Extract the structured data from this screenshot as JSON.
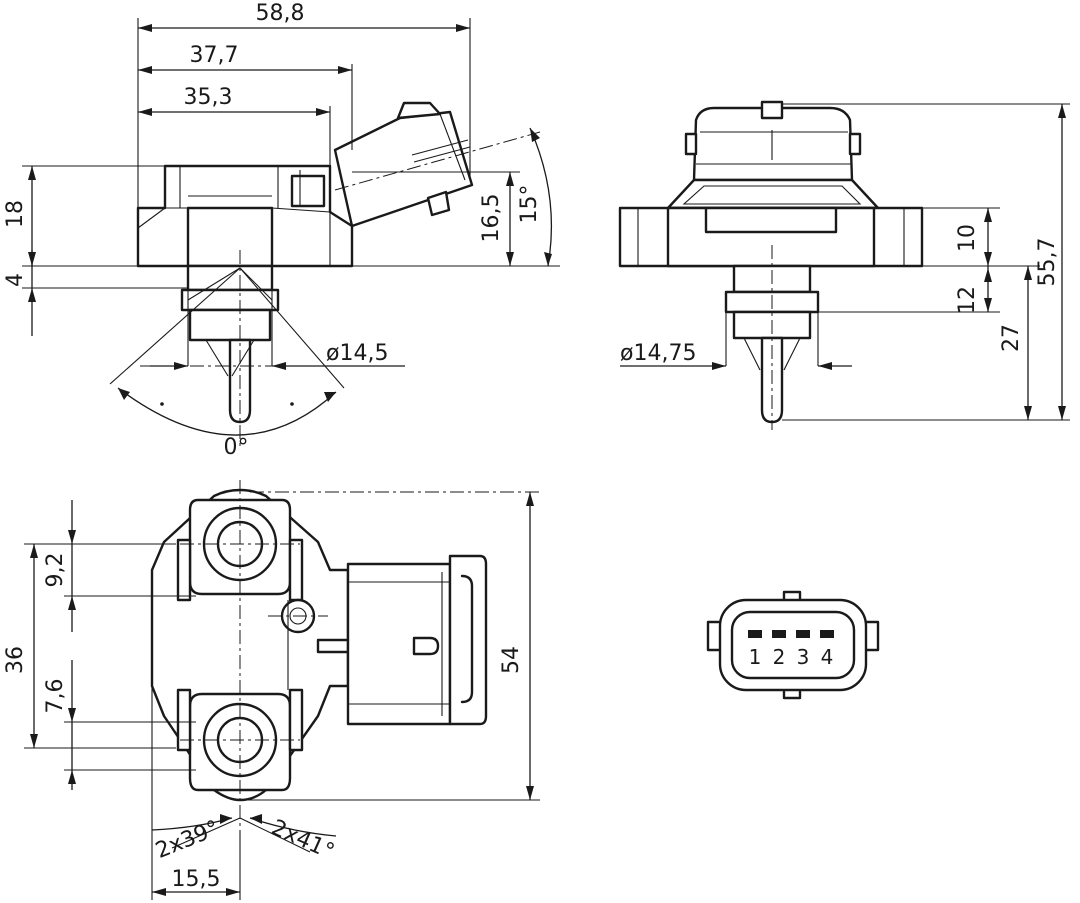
{
  "dimensions": {
    "top_width_total": "58,8",
    "top_width_mid": "37,7",
    "top_width_inner": "35,3",
    "left_height_body": "18",
    "left_height_step": "4",
    "connector_height": "16,5",
    "connector_angle": "15°",
    "left_diameter": "ø14,5",
    "rotation_angle": "0°",
    "right_height_flange": "10",
    "right_height_seal": "12",
    "right_height_nozzle": "27",
    "right_height_total": "55,7",
    "right_diameter": "ø14,75",
    "bottom_hole_spacing": "36",
    "bottom_hole_1": "9,2",
    "bottom_hole_2": "7,6",
    "bottom_height_total": "54",
    "bottom_angle_left": "2x39°",
    "bottom_angle_right": "2x41°",
    "bottom_width": "15,5"
  },
  "connector": {
    "pins": [
      "1",
      "2",
      "3",
      "4"
    ]
  }
}
